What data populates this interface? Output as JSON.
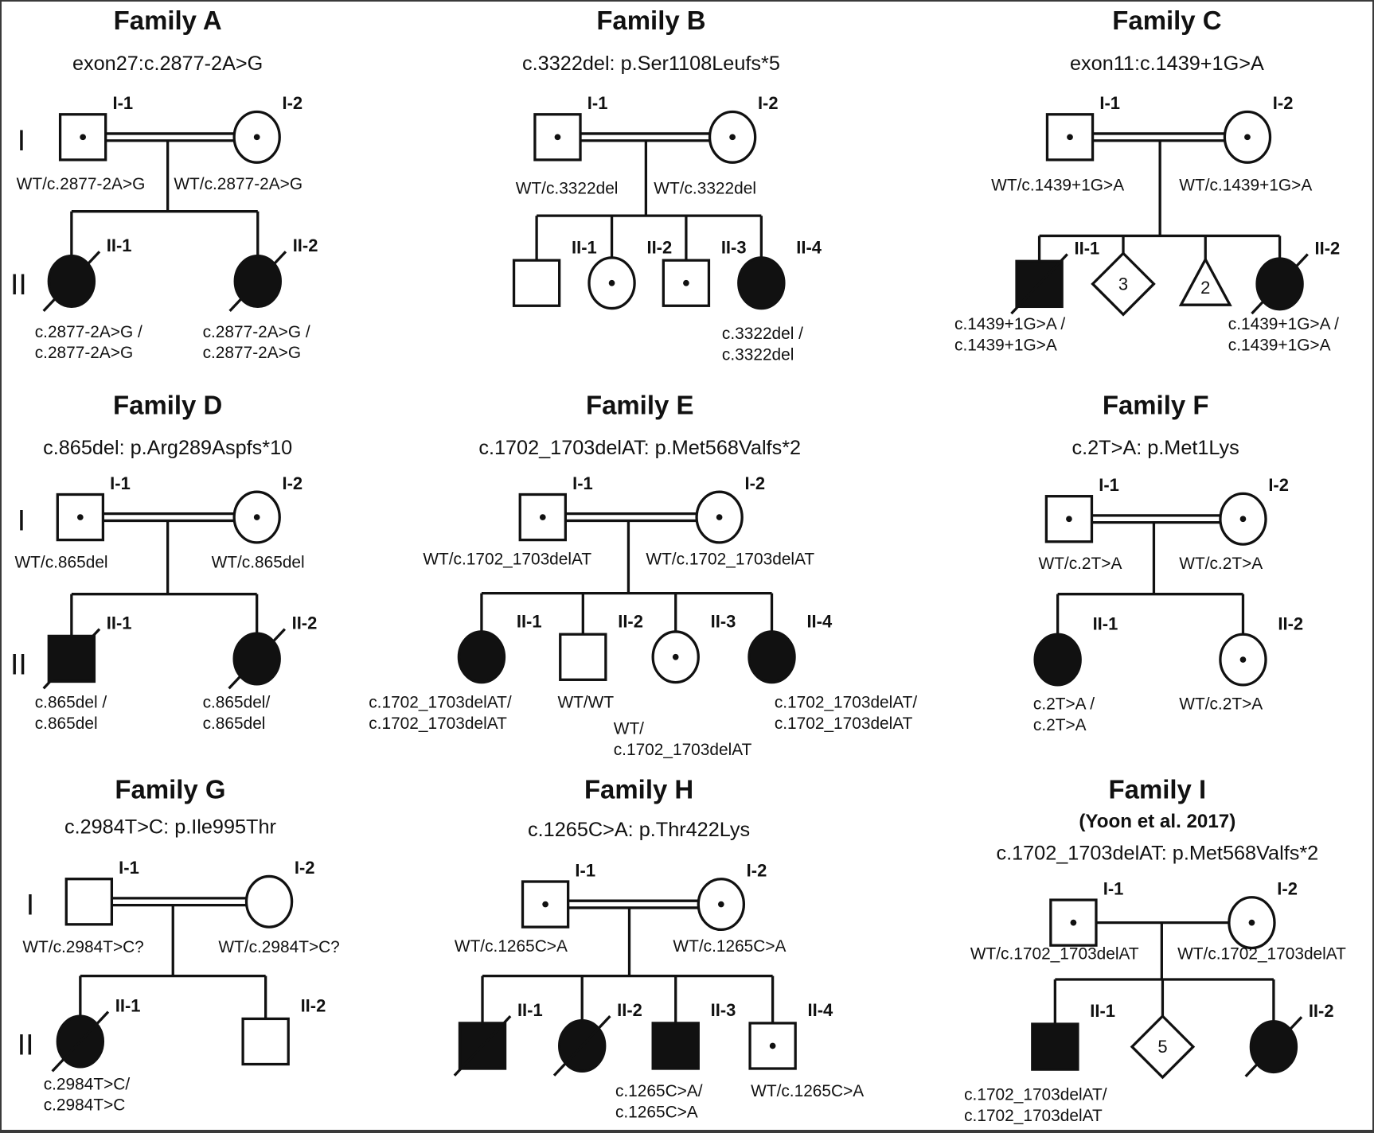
{
  "figure": {
    "families": [
      {
        "id": "A",
        "title": "Family A",
        "mutation": "exon27:c.2877-2A>G",
        "consanguineous": true,
        "generation_labels": [
          "I",
          "II"
        ],
        "parents": [
          {
            "id": "I-1",
            "sex": "male",
            "status": "carrier",
            "genotype": [
              "WT/c.2877-2A>G"
            ]
          },
          {
            "id": "I-2",
            "sex": "female",
            "status": "carrier",
            "genotype": [
              "WT/c.2877-2A>G"
            ]
          }
        ],
        "children": [
          {
            "id": "II-1",
            "sex": "female",
            "status": "affected",
            "deceased": true,
            "genotype": [
              "c.2877-2A>G /",
              "c.2877-2A>G"
            ]
          },
          {
            "id": "II-2",
            "sex": "female",
            "status": "affected",
            "deceased": true,
            "genotype": [
              "c.2877-2A>G /",
              "c.2877-2A>G"
            ]
          }
        ]
      },
      {
        "id": "B",
        "title": "Family B",
        "mutation": "c.3322del: p.Ser1108Leufs*5",
        "consanguineous": true,
        "generation_labels": [],
        "parents": [
          {
            "id": "I-1",
            "sex": "male",
            "status": "carrier",
            "genotype": [
              "WT/c.3322del"
            ]
          },
          {
            "id": "I-2",
            "sex": "female",
            "status": "carrier",
            "genotype": [
              "WT/c.3322del"
            ]
          }
        ],
        "children": [
          {
            "id": "II-1",
            "sex": "male",
            "status": "unaffected",
            "deceased": false,
            "genotype": []
          },
          {
            "id": "II-2",
            "sex": "female",
            "status": "carrier",
            "deceased": false,
            "genotype": []
          },
          {
            "id": "II-3",
            "sex": "male",
            "status": "carrier",
            "deceased": false,
            "genotype": []
          },
          {
            "id": "II-4",
            "sex": "female",
            "status": "affected",
            "deceased": false,
            "genotype": [
              "c.3322del /",
              "c.3322del"
            ]
          }
        ]
      },
      {
        "id": "C",
        "title": "Family C",
        "mutation": "exon11:c.1439+1G>A",
        "consanguineous": true,
        "generation_labels": [],
        "parents": [
          {
            "id": "I-1",
            "sex": "male",
            "status": "carrier",
            "genotype": [
              "WT/c.1439+1G>A"
            ]
          },
          {
            "id": "I-2",
            "sex": "female",
            "status": "carrier",
            "genotype": [
              "WT/c.1439+1G>A"
            ]
          }
        ],
        "children": [
          {
            "id": "II-1",
            "sex": "male",
            "status": "affected",
            "deceased": true,
            "genotype": [
              "c.1439+1G>A /",
              "c.1439+1G>A"
            ]
          },
          {
            "id": "",
            "sex": "unknown",
            "status": "unaffected",
            "deceased": false,
            "count": "3",
            "genotype": []
          },
          {
            "id": "",
            "sex": "pregnancy-loss",
            "status": "unaffected",
            "deceased": false,
            "count": "2",
            "genotype": []
          },
          {
            "id": "II-2",
            "sex": "female",
            "status": "affected",
            "deceased": true,
            "genotype": [
              "c.1439+1G>A /",
              "c.1439+1G>A"
            ]
          }
        ]
      },
      {
        "id": "D",
        "title": "Family D",
        "mutation": "c.865del: p.Arg289Aspfs*10",
        "consanguineous": true,
        "generation_labels": [
          "I",
          "II"
        ],
        "parents": [
          {
            "id": "I-1",
            "sex": "male",
            "status": "carrier",
            "genotype": [
              "WT/c.865del"
            ]
          },
          {
            "id": "I-2",
            "sex": "female",
            "status": "carrier",
            "genotype": [
              "WT/c.865del"
            ]
          }
        ],
        "children": [
          {
            "id": "II-1",
            "sex": "male",
            "status": "affected",
            "deceased": true,
            "genotype": [
              "c.865del /",
              "c.865del"
            ]
          },
          {
            "id": "II-2",
            "sex": "female",
            "status": "affected",
            "deceased": true,
            "genotype": [
              "c.865del/",
              "c.865del"
            ]
          }
        ]
      },
      {
        "id": "E",
        "title": "Family E",
        "mutation": "c.1702_1703delAT: p.Met568Valfs*2",
        "consanguineous": true,
        "generation_labels": [],
        "parents": [
          {
            "id": "I-1",
            "sex": "male",
            "status": "carrier",
            "genotype": [
              "WT/c.1702_1703delAT"
            ]
          },
          {
            "id": "I-2",
            "sex": "female",
            "status": "carrier",
            "genotype": [
              "WT/c.1702_1703delAT"
            ]
          }
        ],
        "children": [
          {
            "id": "II-1",
            "sex": "female",
            "status": "affected",
            "deceased": false,
            "genotype": [
              "c.1702_1703delAT/",
              "c.1702_1703delAT"
            ]
          },
          {
            "id": "II-2",
            "sex": "male",
            "status": "unaffected",
            "deceased": false,
            "genotype": [
              "WT/WT"
            ]
          },
          {
            "id": "II-3",
            "sex": "female",
            "status": "carrier",
            "deceased": false,
            "genotype": [
              "WT/",
              "c.1702_1703delAT"
            ]
          },
          {
            "id": "II-4",
            "sex": "female",
            "status": "affected",
            "deceased": false,
            "genotype": [
              "c.1702_1703delAT/",
              "c.1702_1703delAT"
            ]
          }
        ]
      },
      {
        "id": "F",
        "title": "Family F",
        "mutation": "c.2T>A: p.Met1Lys",
        "consanguineous": true,
        "generation_labels": [],
        "parents": [
          {
            "id": "I-1",
            "sex": "male",
            "status": "carrier",
            "genotype": [
              "WT/c.2T>A"
            ]
          },
          {
            "id": "I-2",
            "sex": "female",
            "status": "carrier",
            "genotype": [
              "WT/c.2T>A"
            ]
          }
        ],
        "children": [
          {
            "id": "II-1",
            "sex": "female",
            "status": "affected",
            "deceased": false,
            "genotype": [
              "c.2T>A /",
              "c.2T>A"
            ]
          },
          {
            "id": "II-2",
            "sex": "female",
            "status": "carrier",
            "deceased": false,
            "genotype": [
              "WT/c.2T>A"
            ]
          }
        ]
      },
      {
        "id": "G",
        "title": "Family G",
        "mutation": "c.2984T>C: p.Ile995Thr",
        "consanguineous": true,
        "generation_labels": [
          "I",
          "II"
        ],
        "parents": [
          {
            "id": "I-1",
            "sex": "male",
            "status": "unaffected",
            "genotype": [
              "WT/c.2984T>C?"
            ]
          },
          {
            "id": "I-2",
            "sex": "female",
            "status": "unaffected",
            "genotype": [
              "WT/c.2984T>C?"
            ]
          }
        ],
        "children": [
          {
            "id": "II-1",
            "sex": "female",
            "status": "affected",
            "deceased": true,
            "genotype": [
              "c.2984T>C/",
              "c.2984T>C"
            ]
          },
          {
            "id": "II-2",
            "sex": "male",
            "status": "unaffected",
            "deceased": false,
            "genotype": []
          }
        ]
      },
      {
        "id": "H",
        "title": "Family H",
        "mutation": "c.1265C>A: p.Thr422Lys",
        "consanguineous": true,
        "generation_labels": [],
        "parents": [
          {
            "id": "I-1",
            "sex": "male",
            "status": "carrier",
            "genotype": [
              "WT/c.1265C>A"
            ]
          },
          {
            "id": "I-2",
            "sex": "female",
            "status": "carrier",
            "genotype": [
              "WT/c.1265C>A"
            ]
          }
        ],
        "children": [
          {
            "id": "II-1",
            "sex": "male",
            "status": "affected",
            "deceased": true,
            "genotype": []
          },
          {
            "id": "II-2",
            "sex": "female",
            "status": "affected",
            "deceased": true,
            "genotype": []
          },
          {
            "id": "II-3",
            "sex": "male",
            "status": "affected",
            "deceased": false,
            "genotype": [
              "c.1265C>A/",
              "c.1265C>A"
            ]
          },
          {
            "id": "II-4",
            "sex": "male",
            "status": "carrier",
            "deceased": false,
            "genotype": [
              "WT/c.1265C>A"
            ]
          }
        ]
      },
      {
        "id": "I",
        "title": "Family I",
        "subtitle": "(Yoon et al. 2017)",
        "mutation": "c.1702_1703delAT: p.Met568Valfs*2",
        "consanguineous": false,
        "generation_labels": [],
        "parents": [
          {
            "id": "I-1",
            "sex": "male",
            "status": "carrier",
            "genotype": [
              "WT/c.1702_1703delAT"
            ]
          },
          {
            "id": "I-2",
            "sex": "female",
            "status": "carrier",
            "genotype": [
              "WT/c.1702_1703delAT"
            ]
          }
        ],
        "children": [
          {
            "id": "II-1",
            "sex": "male",
            "status": "affected",
            "deceased": false,
            "genotype": [
              "c.1702_1703delAT/",
              "c.1702_1703delAT"
            ]
          },
          {
            "id": "",
            "sex": "unknown",
            "status": "unaffected",
            "deceased": false,
            "count": "5",
            "genotype": []
          },
          {
            "id": "II-2",
            "sex": "female",
            "status": "affected",
            "deceased": true,
            "genotype": []
          }
        ]
      }
    ]
  }
}
